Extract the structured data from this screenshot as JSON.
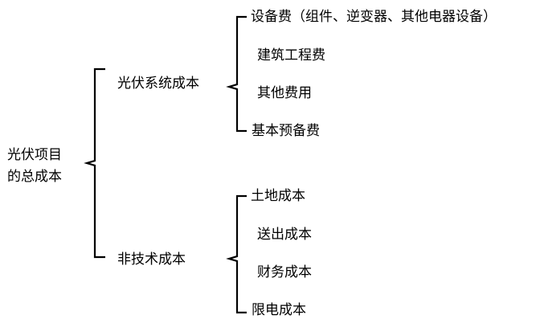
{
  "diagram": {
    "type": "tree",
    "orientation": "left-to-right",
    "background_color": "#ffffff",
    "stroke_color": "#000000",
    "root": {
      "label_line1": "光伏项目",
      "label_line2": "的总成本",
      "full_label": "光伏项目的总成本"
    },
    "branches": [
      {
        "label": "光伏系统成本",
        "leaves": [
          "设备费（组件、逆变器、其他电器设备）",
          "建筑工程费",
          "其他费用",
          "基本预备费"
        ]
      },
      {
        "label": "非技术成本",
        "leaves": [
          "土地成本",
          "送出成本",
          "财务成本",
          "限电成本"
        ]
      }
    ]
  }
}
